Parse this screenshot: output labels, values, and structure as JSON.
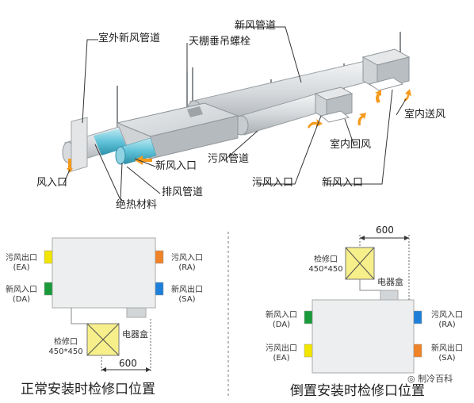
{
  "top": {
    "labels": {
      "outdoor_fresh_air_duct": "室外新风管道",
      "ceiling_bolt": "天棚垂吊螺栓",
      "fresh_air_duct": "新风管道",
      "air_inlet": "风入口",
      "fresh_air_inlet": "新风入口",
      "exhaust_duct": "排风管道",
      "insulation": "绝热材料",
      "return_duct": "污风管道",
      "return_inlet": "污风入口",
      "fresh_inlet": "新风入口",
      "indoor_return": "室内回风",
      "indoor_supply": "室内送风"
    }
  },
  "left_panel": {
    "ports_left": [
      {
        "name": "污风出口",
        "code": "(EA)",
        "color": "#f2e500"
      },
      {
        "name": "新风入口",
        "code": "(DA)",
        "color": "#1a9a3a"
      }
    ],
    "ports_right": [
      {
        "name": "污风入口",
        "code": "(RA)",
        "color": "#f08228"
      },
      {
        "name": "新风出口",
        "code": "(SA)",
        "color": "#1e7fd8"
      }
    ],
    "access_port": {
      "name": "检修口",
      "size": "450*450"
    },
    "electric_box": "电器盒",
    "dimension": "600",
    "caption": "正常安装时检修口位置"
  },
  "right_panel": {
    "ports_left": [
      {
        "name": "新风入口",
        "code": "(DA)",
        "color": "#1a9a3a"
      },
      {
        "name": "污风出口",
        "code": "(EA)",
        "color": "#f2e500"
      }
    ],
    "ports_right": [
      {
        "name": "污风入口",
        "code": "(RA)",
        "color": "#1e7fd8"
      },
      {
        "name": "新风出口",
        "code": "(SA)",
        "color": "#f08228"
      }
    ],
    "access_port": {
      "name": "检修口",
      "size": "450*450"
    },
    "electric_box": "电器盒",
    "dimension": "600",
    "caption": "倒置安装时检修口位置"
  },
  "watermark": "制冷百科"
}
